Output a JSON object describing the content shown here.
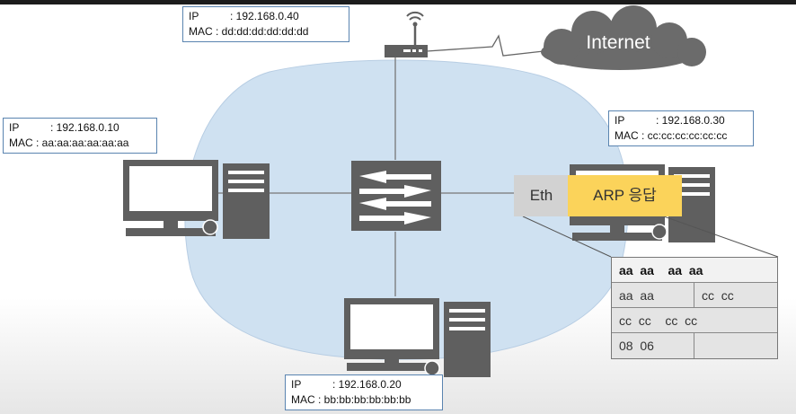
{
  "internet_label": "Internet",
  "hosts": {
    "router": {
      "ip_key": "IP",
      "ip": ": 192.168.0.40",
      "mac_key": "MAC",
      "mac": ": dd:dd:dd:dd:dd:dd"
    },
    "left": {
      "ip_key": "IP",
      "ip": ": 192.168.0.10",
      "mac_key": "MAC",
      "mac": ": aa:aa:aa:aa:aa:aa"
    },
    "right": {
      "ip_key": "IP",
      "ip": ": 192.168.0.30",
      "mac_key": "MAC",
      "mac": ": cc:cc:cc:cc:cc:cc"
    },
    "bottom": {
      "ip_key": "IP",
      "ip": ": 192.168.0.20",
      "mac_key": "MAC",
      "mac": ": bb:bb:bb:bb:bb:bb"
    }
  },
  "packet": {
    "eth_label": "Eth",
    "arp_label": "ARP 응답"
  },
  "frame_table": {
    "row0": "aa  aa    aa  aa",
    "row1_left": "aa  aa",
    "row1_right": "cc  cc",
    "row2": "cc  cc    cc  cc",
    "row3_left": "08  06",
    "row3_right": ""
  },
  "colors": {
    "lan_fill": "#cfe1f1",
    "device": "#5f5f5f",
    "eth": "#d2d2d2",
    "arp": "#fbd35a",
    "info_border": "#5a84b0"
  },
  "icons": [
    "router-icon",
    "switch-icon",
    "computer-icon",
    "cloud-icon"
  ]
}
